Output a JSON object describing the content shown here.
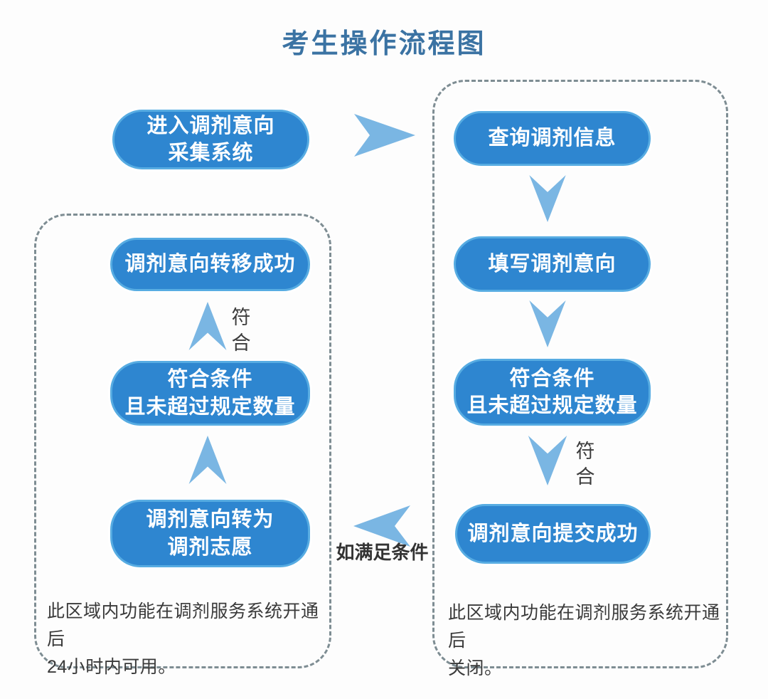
{
  "title": "考生操作流程图",
  "start_node": {
    "label": "进入调剂意向\n采集系统"
  },
  "right_panel": {
    "nodes": [
      {
        "label": "查询调剂信息"
      },
      {
        "label": "填写调剂意向"
      },
      {
        "label": "符合条件\n且未超过规定数量"
      },
      {
        "label": "调剂意向提交成功"
      }
    ],
    "arrow_label": "符合",
    "note": "此区域内功能在调剂服务系统开通后\n关闭。"
  },
  "left_panel": {
    "nodes": [
      {
        "label": "调剂意向转移成功"
      },
      {
        "label": "符合条件\n且未超过规定数量"
      },
      {
        "label": "调剂意向转为\n调剂志愿"
      }
    ],
    "arrow_label": "符合",
    "note": "此区域内功能在调剂服务系统开通后\n24小时内可用。"
  },
  "cross_arrow": {
    "label": "如满足条件"
  },
  "colors": {
    "node_fill": "#2e86d0",
    "node_border": "#57ace2",
    "arrow": "#7ab6e3",
    "title_text": "#3b73a3",
    "panel_border": "#7e8d93",
    "note_text": "#3a3a3a"
  }
}
